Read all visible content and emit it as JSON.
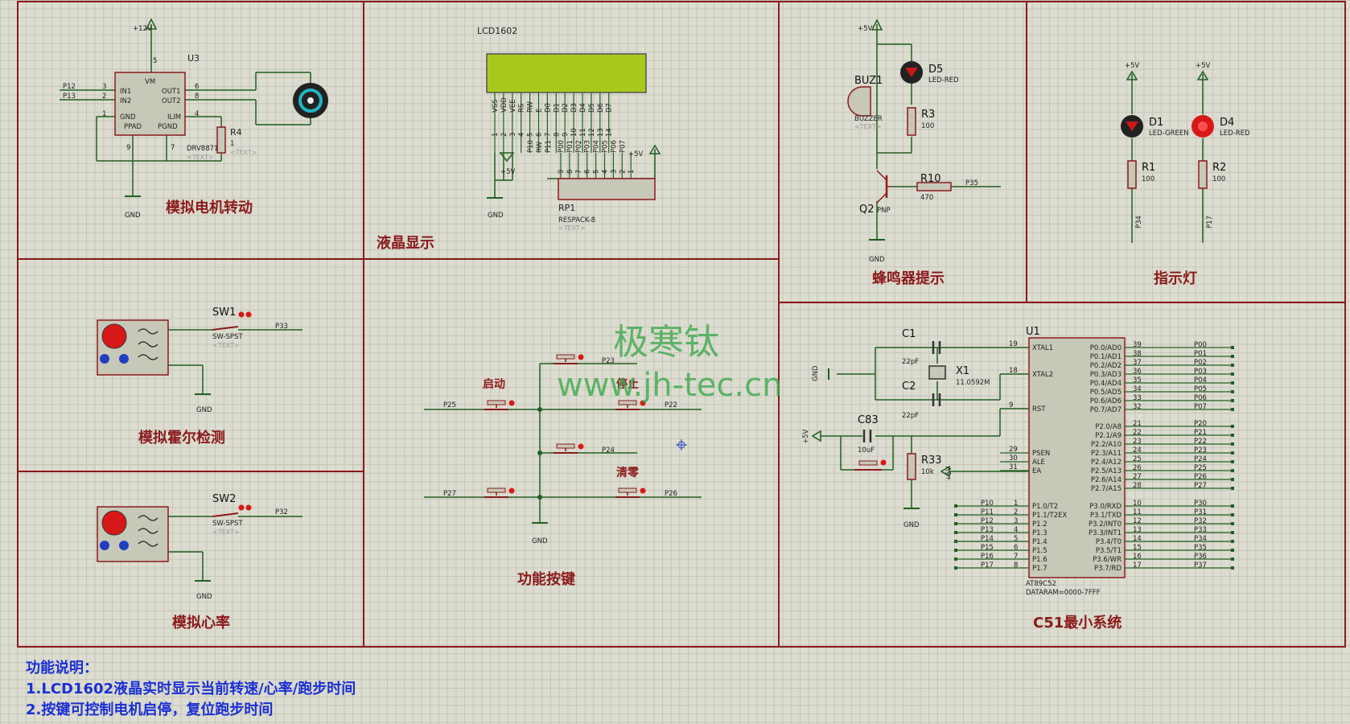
{
  "sections": {
    "motor": "模拟电机转动",
    "lcd": "液晶显示",
    "buzzer": "蜂鸣器提示",
    "indicator": "指示灯",
    "hall": "模拟霍尔检测",
    "keys": "功能按键",
    "heart": "模拟心率",
    "c51": "C51最小系统"
  },
  "motor": {
    "u3": "U3",
    "vm": "VM",
    "in1": "IN1",
    "in2": "IN2",
    "out1": "OUT1",
    "out2": "OUT2",
    "gnd": "GND",
    "ppad": "PPAD",
    "ilim": "ILIM",
    "pgnd": "PGND",
    "pwr": "+12V",
    "p12": "P12",
    "p13": "P13",
    "pin3": "3",
    "pin2": "2",
    "pin1": "1",
    "pin5": "5",
    "pin6": "6",
    "pin8": "8",
    "pin4": "4",
    "pin9": "9",
    "pin7": "7",
    "part": "DRV8871",
    "text1": "<TEXT>",
    "r4": "R4",
    "r4val": "1",
    "text2": "<TEXT>",
    "gnd_label": "GND"
  },
  "lcd": {
    "name": "LCD1602",
    "pins": [
      "VSS",
      "VDD",
      "VEE",
      "RS",
      "RW",
      "E",
      "D0",
      "D1",
      "D2",
      "D3",
      "D4",
      "D5",
      "D6",
      "D7"
    ],
    "pin_nums": [
      "1",
      "2",
      "3",
      "4",
      "5",
      "6",
      "7",
      "8",
      "9",
      "10",
      "11",
      "12",
      "13",
      "14"
    ],
    "left_nets": [
      "P10",
      "RW",
      "P11"
    ],
    "data_nets": [
      "P00",
      "P01",
      "P02",
      "P03",
      "P04",
      "P05",
      "P06",
      "P07"
    ],
    "rp_nums": [
      "9",
      "8",
      "7",
      "6",
      "5",
      "4",
      "3",
      "2",
      "1"
    ],
    "pwr": "+5V",
    "pwr2": "+5V",
    "gnd": "GND",
    "rp1": "RP1",
    "rp1part": "RESPACK-8",
    "text": "<TEXT>"
  },
  "buzzer": {
    "pwr": "+5V",
    "buz": "BUZ1",
    "buzpart": "BUZZER",
    "text": "<TEXT>",
    "d5": "D5",
    "d5part": "LED-RED",
    "r3": "R3",
    "r3val": "100",
    "q2": "Q2",
    "q2part": "PNP",
    "r10": "R10",
    "r10val": "470",
    "net": "P35",
    "gnd": "GND"
  },
  "indicator": {
    "pwr1": "+5V",
    "pwr2": "+5V",
    "d1": "D1",
    "d1part": "LED-GREEN",
    "d4": "D4",
    "d4part": "LED-RED",
    "r1": "R1",
    "r1val": "100",
    "r2": "R2",
    "r2val": "100",
    "net1": "P34",
    "net2": "P17"
  },
  "hall": {
    "sw": "SW1",
    "swpart": "SW-SPST",
    "text": "<TEXT>",
    "net": "P33",
    "gnd": "GND"
  },
  "heart": {
    "sw": "SW2",
    "swpart": "SW-SPST",
    "text": "<TEXT>",
    "net": "P32",
    "gnd": "GND"
  },
  "keys": {
    "start": "启动",
    "stop": "停止",
    "clear": "清零",
    "p23": "P23",
    "p25": "P25",
    "p22": "P22",
    "p24": "P24",
    "p27": "P27",
    "p26": "P26",
    "gnd": "GND"
  },
  "c51": {
    "c1": "C1",
    "c1val": "22pF",
    "c2": "C2",
    "c2val": "22pF",
    "x1": "X1",
    "x1val": "11.0592M",
    "gnd": "GND",
    "pwr": "+5V",
    "c83": "C83",
    "c83val": "10uF",
    "r33": "R33",
    "r33val": "10k",
    "pwr2": "+5V",
    "gnd2": "GND",
    "u1": "U1",
    "part": "AT89C52",
    "dataram": "DATARAM=0000-7FFF",
    "left_pins": [
      {
        "num": "19",
        "name": "XTAL1"
      },
      {
        "num": "18",
        "name": "XTAL2"
      },
      {
        "num": "9",
        "name": "RST"
      },
      {
        "num": "29",
        "name": "PSEN"
      },
      {
        "num": "30",
        "name": "ALE"
      },
      {
        "num": "31",
        "name": "EA"
      }
    ],
    "p1_pins": [
      {
        "num": "1",
        "name": "P1.0/T2",
        "net": "P10"
      },
      {
        "num": "2",
        "name": "P1.1/T2EX",
        "net": "P11"
      },
      {
        "num": "3",
        "name": "P1.2",
        "net": "P12"
      },
      {
        "num": "4",
        "name": "P1.3",
        "net": "P13"
      },
      {
        "num": "5",
        "name": "P1.4",
        "net": "P14"
      },
      {
        "num": "6",
        "name": "P1.5",
        "net": "P15"
      },
      {
        "num": "7",
        "name": "P1.6",
        "net": "P16"
      },
      {
        "num": "8",
        "name": "P1.7",
        "net": "P17"
      }
    ],
    "p0_pins": [
      {
        "num": "39",
        "name": "P0.0/AD0",
        "net": "P00"
      },
      {
        "num": "38",
        "name": "P0.1/AD1",
        "net": "P01"
      },
      {
        "num": "37",
        "name": "P0.2/AD2",
        "net": "P02"
      },
      {
        "num": "36",
        "name": "P0.3/AD3",
        "net": "P03"
      },
      {
        "num": "35",
        "name": "P0.4/AD4",
        "net": "P04"
      },
      {
        "num": "34",
        "name": "P0.5/AD5",
        "net": "P05"
      },
      {
        "num": "33",
        "name": "P0.6/AD6",
        "net": "P06"
      },
      {
        "num": "32",
        "name": "P0.7/AD7",
        "net": "P07"
      }
    ],
    "p2_pins": [
      {
        "num": "21",
        "name": "P2.0/A8",
        "net": "P20"
      },
      {
        "num": "22",
        "name": "P2.1/A9",
        "net": "P21"
      },
      {
        "num": "23",
        "name": "P2.2/A10",
        "net": "P22"
      },
      {
        "num": "24",
        "name": "P2.3/A11",
        "net": "P23"
      },
      {
        "num": "25",
        "name": "P2.4/A12",
        "net": "P24"
      },
      {
        "num": "26",
        "name": "P2.5/A13",
        "net": "P25"
      },
      {
        "num": "27",
        "name": "P2.6/A14",
        "net": "P26"
      },
      {
        "num": "28",
        "name": "P2.7/A15",
        "net": "P27"
      }
    ],
    "p3_pins": [
      {
        "num": "10",
        "name": "P3.0/RXD",
        "net": "P30"
      },
      {
        "num": "11",
        "name": "P3.1/TXD",
        "net": "P31"
      },
      {
        "num": "12",
        "name": "P3.2/INT0",
        "net": "P32"
      },
      {
        "num": "13",
        "name": "P3.3/INT1",
        "net": "P33"
      },
      {
        "num": "14",
        "name": "P3.4/T0",
        "net": "P34"
      },
      {
        "num": "15",
        "name": "P3.5/T1",
        "net": "P35"
      },
      {
        "num": "16",
        "name": "P3.6/WR",
        "net": "P36"
      },
      {
        "num": "17",
        "name": "P3.7/RD",
        "net": "P37"
      }
    ]
  },
  "watermark": {
    "cn": "极寒钛",
    "url": "www.jh-tec.cn"
  },
  "notes": {
    "title": "功能说明：",
    "line1": "1.LCD1602液晶实时显示当前转速/心率/跑步时间",
    "line2": "2.按键可控制电机启停，复位跑步时间"
  },
  "colors": {
    "wire": "#1f5f1f",
    "frame": "#8b1a1a",
    "part": "#8b1a1a",
    "partfill": "#c8c8b8",
    "lcd": "#a8c81e",
    "note": "#1a2fd6"
  }
}
